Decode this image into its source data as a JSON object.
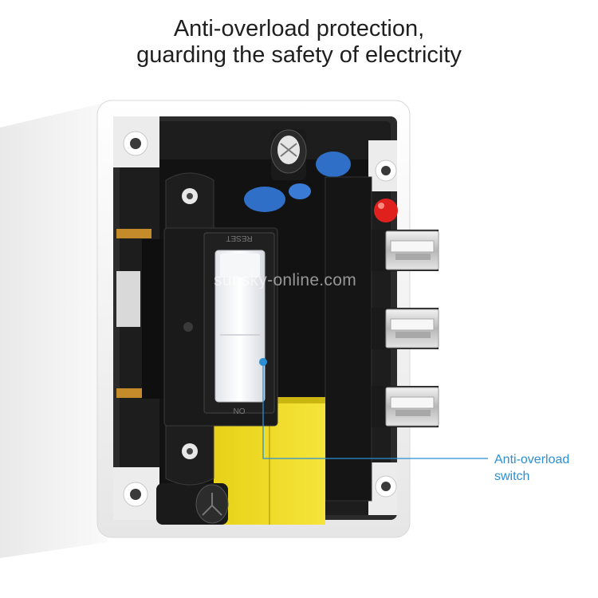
{
  "headline": {
    "line1": "Anti-overload protection,",
    "line2": "guarding the safety of electricity"
  },
  "watermark": "sunsky-online.com",
  "callout": {
    "line1": "Anti-overload",
    "line2": "switch",
    "color": "#2a8fd4"
  },
  "switch": {
    "top_label": "RESET",
    "bottom_label": "ON"
  },
  "colors": {
    "housing": "#f4f4f4",
    "pcb_dark": "#1a1a1a",
    "transformer": "#f0e020",
    "capacitor_blue": "#2f6fc7",
    "led_red": "#e0201c"
  }
}
